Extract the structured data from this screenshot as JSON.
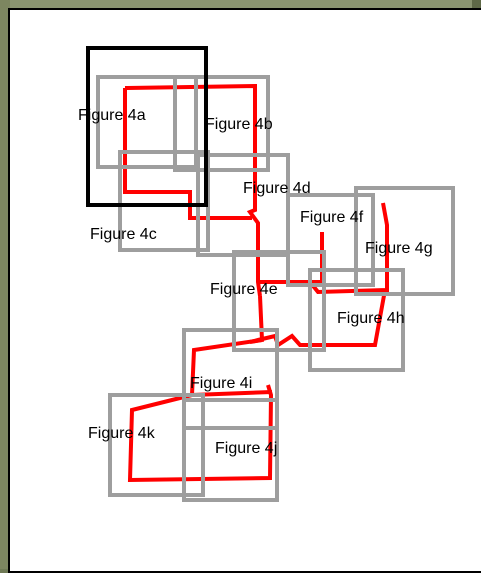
{
  "colors": {
    "route": "#ff0000",
    "index_frame": "#9e9e9e",
    "selected_frame": "#000000",
    "background_terrain": "#6f7a55",
    "panel": "#ffffff"
  },
  "selected_figure": "Figure 4a",
  "figures": [
    {
      "id": "4a",
      "label": "Figure 4a",
      "selected": true
    },
    {
      "id": "4b",
      "label": "Figure 4b",
      "selected": false
    },
    {
      "id": "4c",
      "label": "Figure 4c",
      "selected": false
    },
    {
      "id": "4d",
      "label": "Figure 4d",
      "selected": false
    },
    {
      "id": "4e",
      "label": "Figure 4e",
      "selected": false
    },
    {
      "id": "4f",
      "label": "Figure 4f",
      "selected": false
    },
    {
      "id": "4g",
      "label": "Figure 4g",
      "selected": false
    },
    {
      "id": "4h",
      "label": "Figure 4h",
      "selected": false
    },
    {
      "id": "4i",
      "label": "Figure 4i",
      "selected": false
    },
    {
      "id": "4j",
      "label": "Figure 4j",
      "selected": false
    },
    {
      "id": "4k",
      "label": "Figure 4k",
      "selected": false
    }
  ]
}
